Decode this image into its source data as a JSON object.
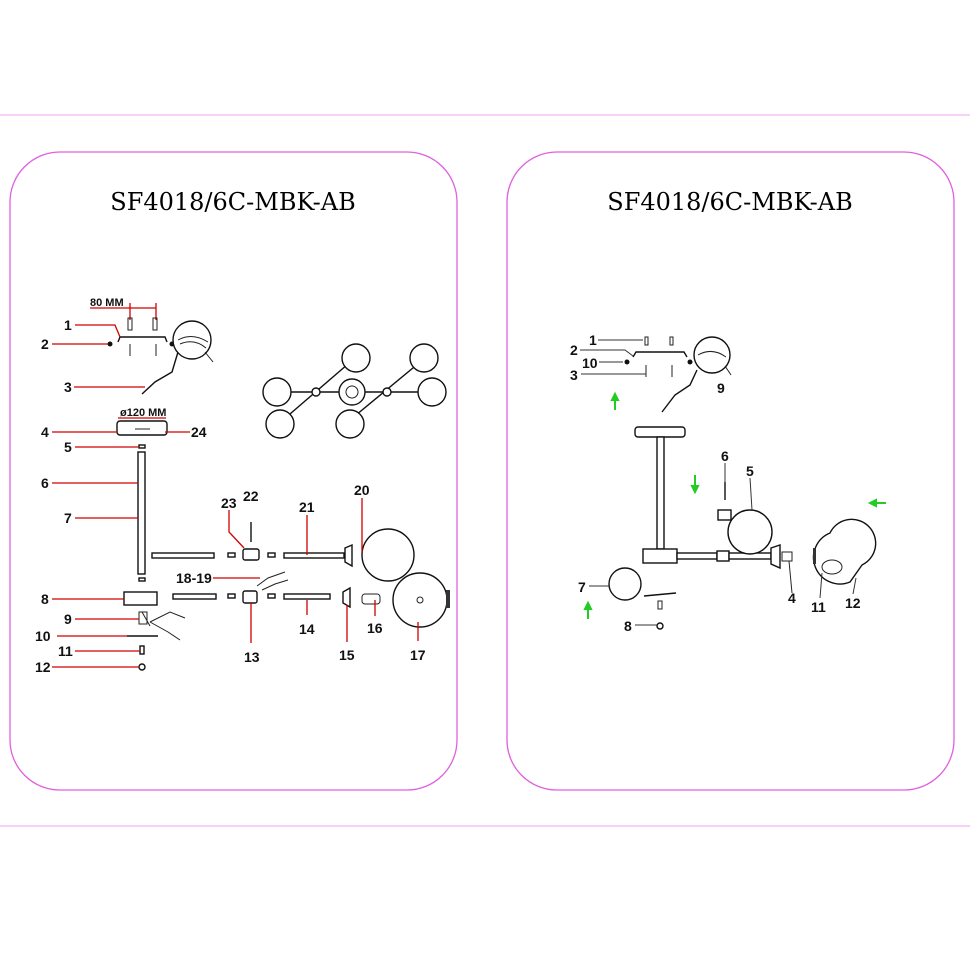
{
  "left_panel": {
    "title": "SF4018/6C-MBK-AB",
    "dimensions": {
      "bracket_spacing": "80 MM",
      "canopy_diameter": "ø120 MM"
    },
    "part_labels": [
      "1",
      "2",
      "3",
      "4",
      "5",
      "6",
      "7",
      "8",
      "9",
      "10",
      "11",
      "12",
      "13",
      "14",
      "15",
      "16",
      "17",
      "18-19",
      "20",
      "21",
      "22",
      "23",
      "24"
    ]
  },
  "right_panel": {
    "title": "SF4018/6C-MBK-AB",
    "step_labels": [
      "1",
      "2",
      "10",
      "3",
      "9",
      "6",
      "5",
      "7",
      "4",
      "11",
      "12",
      "8"
    ]
  },
  "colors": {
    "frame": "#e060e0",
    "leader_lines": "#d00000",
    "arrows": "#22cc22"
  }
}
